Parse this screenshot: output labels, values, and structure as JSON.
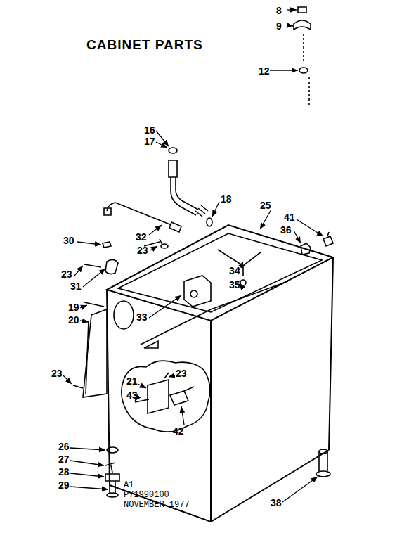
{
  "diagram": {
    "title": "CABINET PARTS",
    "labels": [
      "8",
      "9",
      "12",
      "16",
      "17",
      "18",
      "25",
      "41",
      "36",
      "30",
      "32",
      "23",
      "34",
      "35",
      "23",
      "31",
      "19",
      "20",
      "33",
      "23",
      "23",
      "21",
      "43",
      "42",
      "26",
      "27",
      "28",
      "29",
      "A1",
      "P71990100",
      "NOVEMBER 1977",
      "38"
    ]
  }
}
